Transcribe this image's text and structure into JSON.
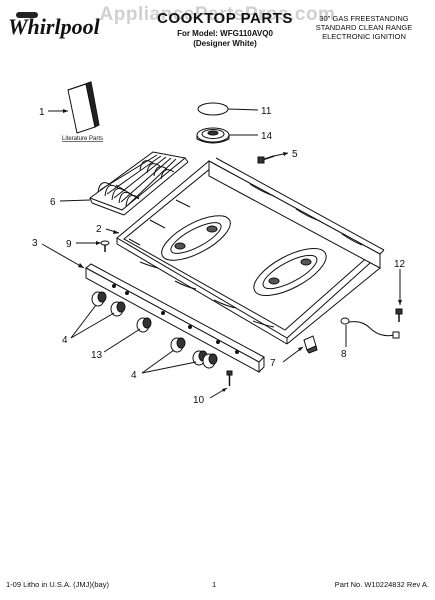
{
  "header": {
    "watermark": "AppliancePartsPros.com",
    "brand": "Whirlpool",
    "title": "COOKTOP PARTS",
    "model_line": "For Model: WFG110AVQ0",
    "color_line": "(Designer White)",
    "range_desc": [
      "30\" GAS FREESTANDING",
      "STANDARD CLEAN RANGE",
      "ELECTRONIC IGNITION"
    ]
  },
  "diagram": {
    "literature_label": "Literature Parts",
    "callouts": [
      "1",
      "11",
      "14",
      "5",
      "6",
      "2",
      "3",
      "9",
      "12",
      "4",
      "13",
      "8",
      "7",
      "4",
      "10"
    ]
  },
  "footer": {
    "left": "1-09 Litho in U.S.A. (JMJ)(bay)",
    "center": "1",
    "right": "Part No. W10224832 Rev A."
  },
  "colors": {
    "line": "#111111",
    "watermark": "#d0d0d0"
  }
}
